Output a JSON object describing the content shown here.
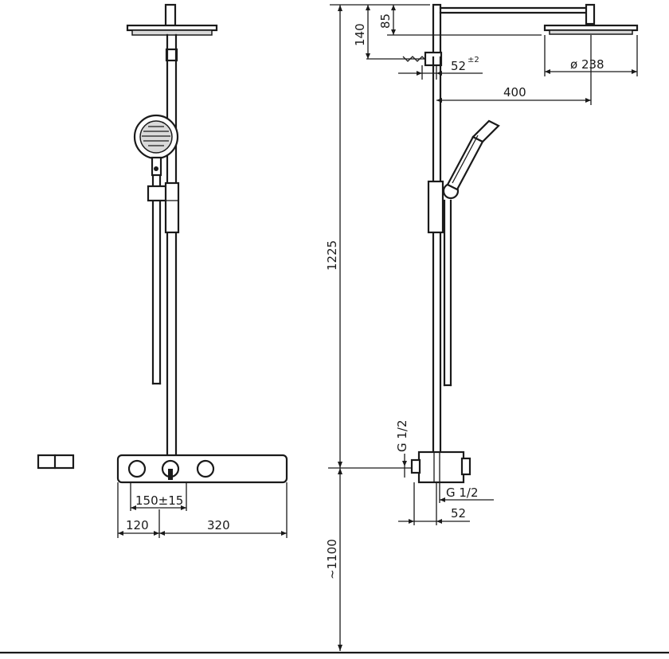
{
  "dimensions": {
    "d85": "85",
    "d140": "140",
    "d52_label": "52",
    "d52_tol": "±2",
    "d400": "400",
    "d238": "ø 238",
    "d1225": "1225",
    "d1100": "~1100",
    "dG12_vert": "G 1/2",
    "dG12_horiz": "G 1/2",
    "d52_bottom": "52",
    "d150": "150±15",
    "d120": "120",
    "d320": "320"
  }
}
